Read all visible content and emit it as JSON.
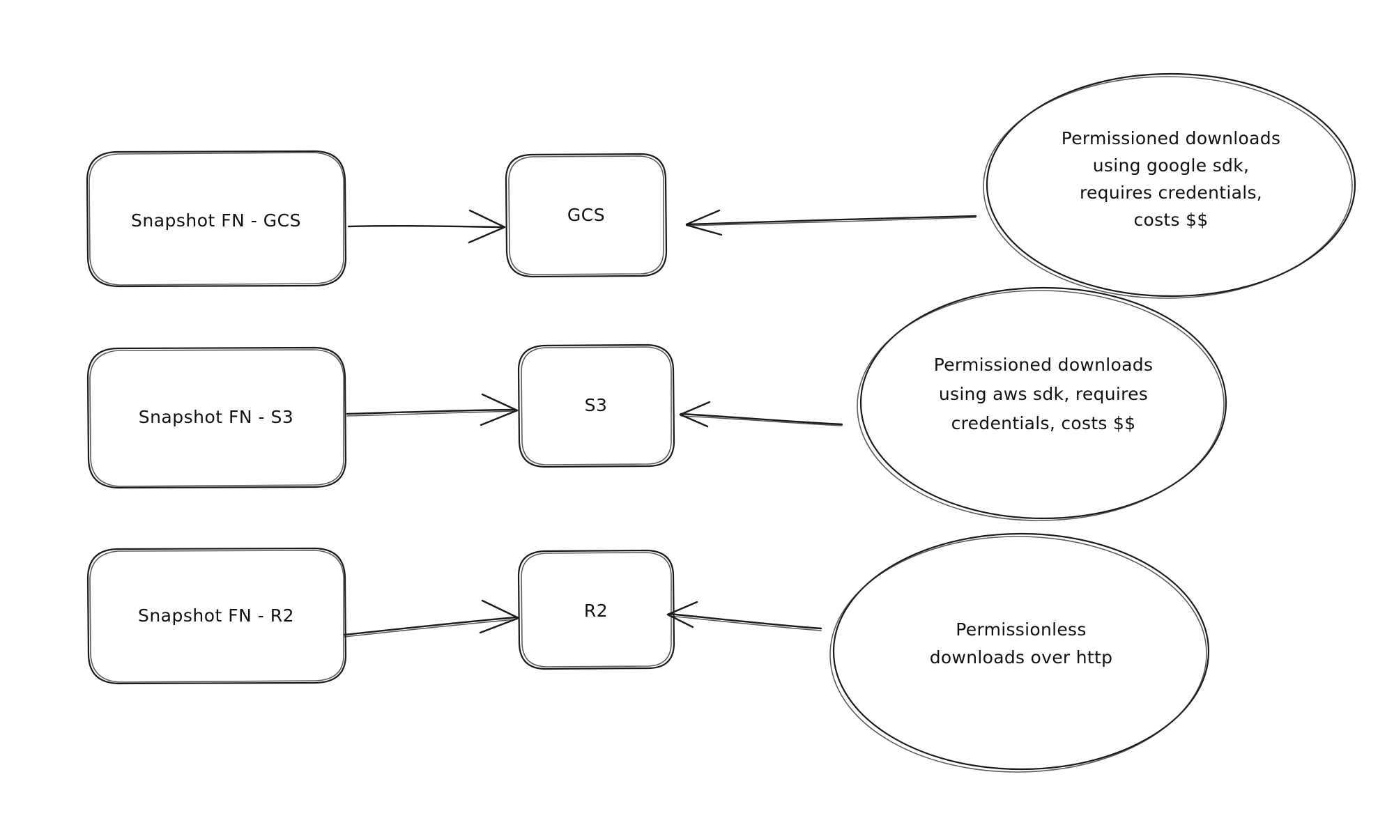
{
  "diagram": {
    "background_color": "#ffffff",
    "stroke_color": "#1a1a1a",
    "style": "hand-drawn-sketch",
    "nodes": [
      {
        "id": "snapshot-fn-gcs",
        "label": "Snapshot FN - GCS",
        "shape": "rounded-rectangle"
      },
      {
        "id": "gcs",
        "label": "GCS",
        "shape": "rounded-rectangle"
      },
      {
        "id": "snapshot-fn-s3",
        "label": "Snapshot FN - S3",
        "shape": "rounded-rectangle"
      },
      {
        "id": "s3",
        "label": "S3",
        "shape": "rounded-rectangle"
      },
      {
        "id": "snapshot-fn-r2",
        "label": "Snapshot FN - R2",
        "shape": "rounded-rectangle"
      },
      {
        "id": "r2",
        "label": "R2",
        "shape": "rounded-rectangle"
      }
    ],
    "notes": [
      {
        "id": "note-gcs",
        "shape": "ellipse",
        "lines": [
          "Permissioned downloads",
          "using google sdk,",
          "requires credentials,",
          "costs $$"
        ]
      },
      {
        "id": "note-s3",
        "shape": "ellipse",
        "lines": [
          "Permissioned downloads",
          "using aws sdk, requires",
          "credentials, costs $$"
        ]
      },
      {
        "id": "note-r2",
        "shape": "ellipse",
        "lines": [
          "Permissionless",
          "downloads over http"
        ]
      }
    ],
    "edges": [
      {
        "id": "edge-snapshot-gcs-to-gcs",
        "from": "snapshot-fn-gcs",
        "to": "gcs",
        "arrowhead": "end"
      },
      {
        "id": "edge-note-gcs-to-gcs",
        "from": "note-gcs",
        "to": "gcs",
        "arrowhead": "end"
      },
      {
        "id": "edge-snapshot-s3-to-s3",
        "from": "snapshot-fn-s3",
        "to": "s3",
        "arrowhead": "end"
      },
      {
        "id": "edge-note-s3-to-s3",
        "from": "note-s3",
        "to": "s3",
        "arrowhead": "end"
      },
      {
        "id": "edge-snapshot-r2-to-r2",
        "from": "snapshot-fn-r2",
        "to": "r2",
        "arrowhead": "end"
      },
      {
        "id": "edge-note-r2-to-r2",
        "from": "note-r2",
        "to": "r2",
        "arrowhead": "end"
      }
    ]
  }
}
